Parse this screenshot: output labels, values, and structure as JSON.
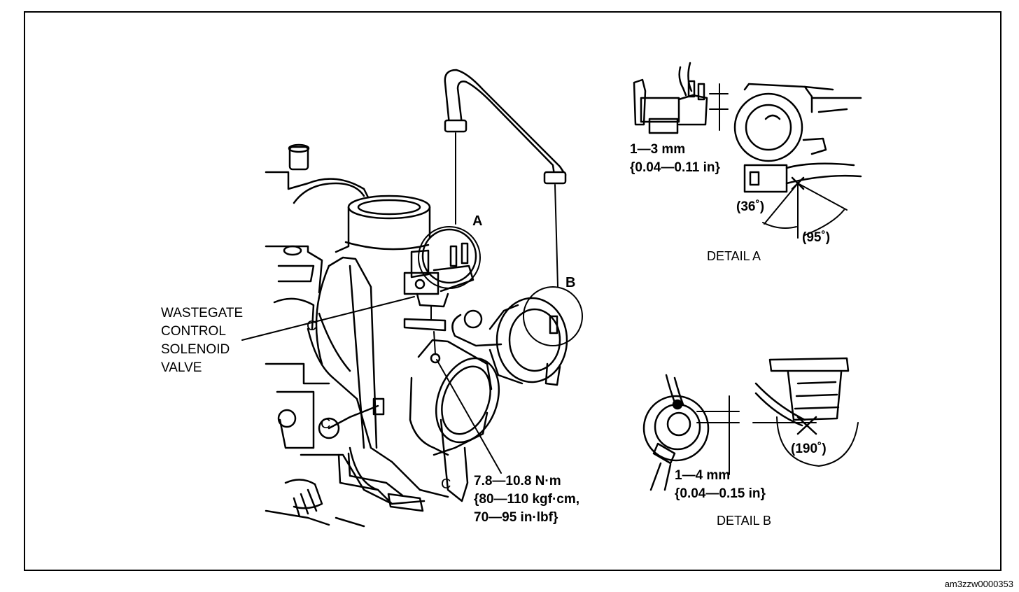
{
  "labels": {
    "solenoid": [
      "WASTEGATE",
      "CONTROL",
      "SOLENOID",
      "VALVE"
    ],
    "torque": [
      "7.8—10.8 N·m",
      "{80—110 kgf·cm,",
      "70—95 in·lbf}"
    ],
    "callout_a": "A",
    "callout_b": "B",
    "clearance_a": [
      "1—3 mm",
      "{0.04—0.11 in}"
    ],
    "angle_a1": "(36˚)",
    "angle_a2": "(95˚)",
    "detail_a": "DETAIL A",
    "clearance_b": [
      "1—4 mm",
      "{0.04—0.15 in}"
    ],
    "angle_b": "(190˚)",
    "detail_b": "DETAIL B",
    "c_marks": [
      "C",
      "C",
      "C"
    ],
    "figure_id": "am3zzw0000353"
  }
}
